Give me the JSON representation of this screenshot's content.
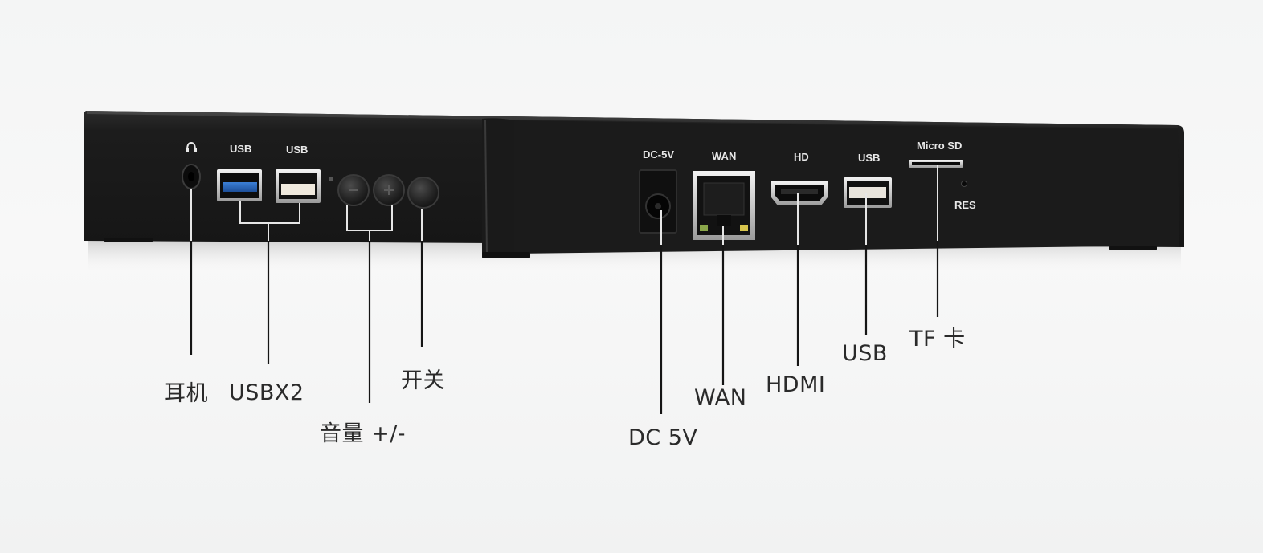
{
  "device_labels": {
    "usb_left_1": "USB",
    "usb_left_2": "USB",
    "dc": "DC-5V",
    "wan": "WAN",
    "hd": "HD",
    "usb_right": "USB",
    "microsd": "Micro SD",
    "res": "RES"
  },
  "callouts": {
    "earphone": "耳机",
    "usbx2": "USBX2",
    "volume": "音量 +/-",
    "power_switch": "开关",
    "dc5v": "DC 5V",
    "wan": "WAN",
    "hdmi": "HDMI",
    "usb": "USB",
    "tf": "TF 卡"
  },
  "icons": {
    "headphone": "headphone-icon"
  }
}
